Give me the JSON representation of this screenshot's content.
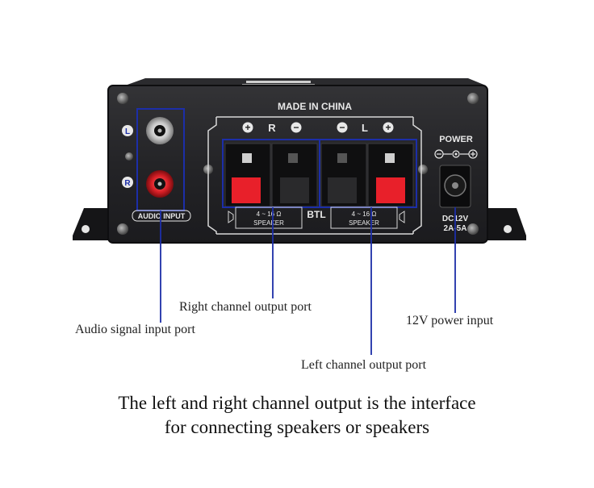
{
  "device": {
    "made_in": "MADE IN CHINA",
    "power_label": "POWER",
    "input_left_label": "L",
    "input_right_label": "R",
    "audio_input_label": "AUDIO INPUT",
    "channel_r": "R",
    "channel_l": "L",
    "plus_symbol": "+",
    "minus_symbol": "−",
    "impedance_right": "4 ~ 16 Ω",
    "impedance_left": "4 ~ 16 Ω",
    "speaker_right": "SPEAKER",
    "speaker_left": "SPEAKER",
    "btl_label": "BTL",
    "dc_line1": "DC12V",
    "dc_line2": "2A-5A",
    "colors": {
      "chassis": "#1a1a1c",
      "face": "#2a2a2d",
      "annotation": "#1c2ea8",
      "red_terminal": "#e8202a",
      "silver": "#c9c9cc"
    }
  },
  "annotations": {
    "audio_input": "Audio signal input port",
    "right_channel": "Right channel output port",
    "left_channel": "Left channel output port",
    "power_input": "12V power input"
  },
  "footer": {
    "line1": "The left and right channel output is the interface",
    "line2": "for connecting speakers or speakers"
  }
}
